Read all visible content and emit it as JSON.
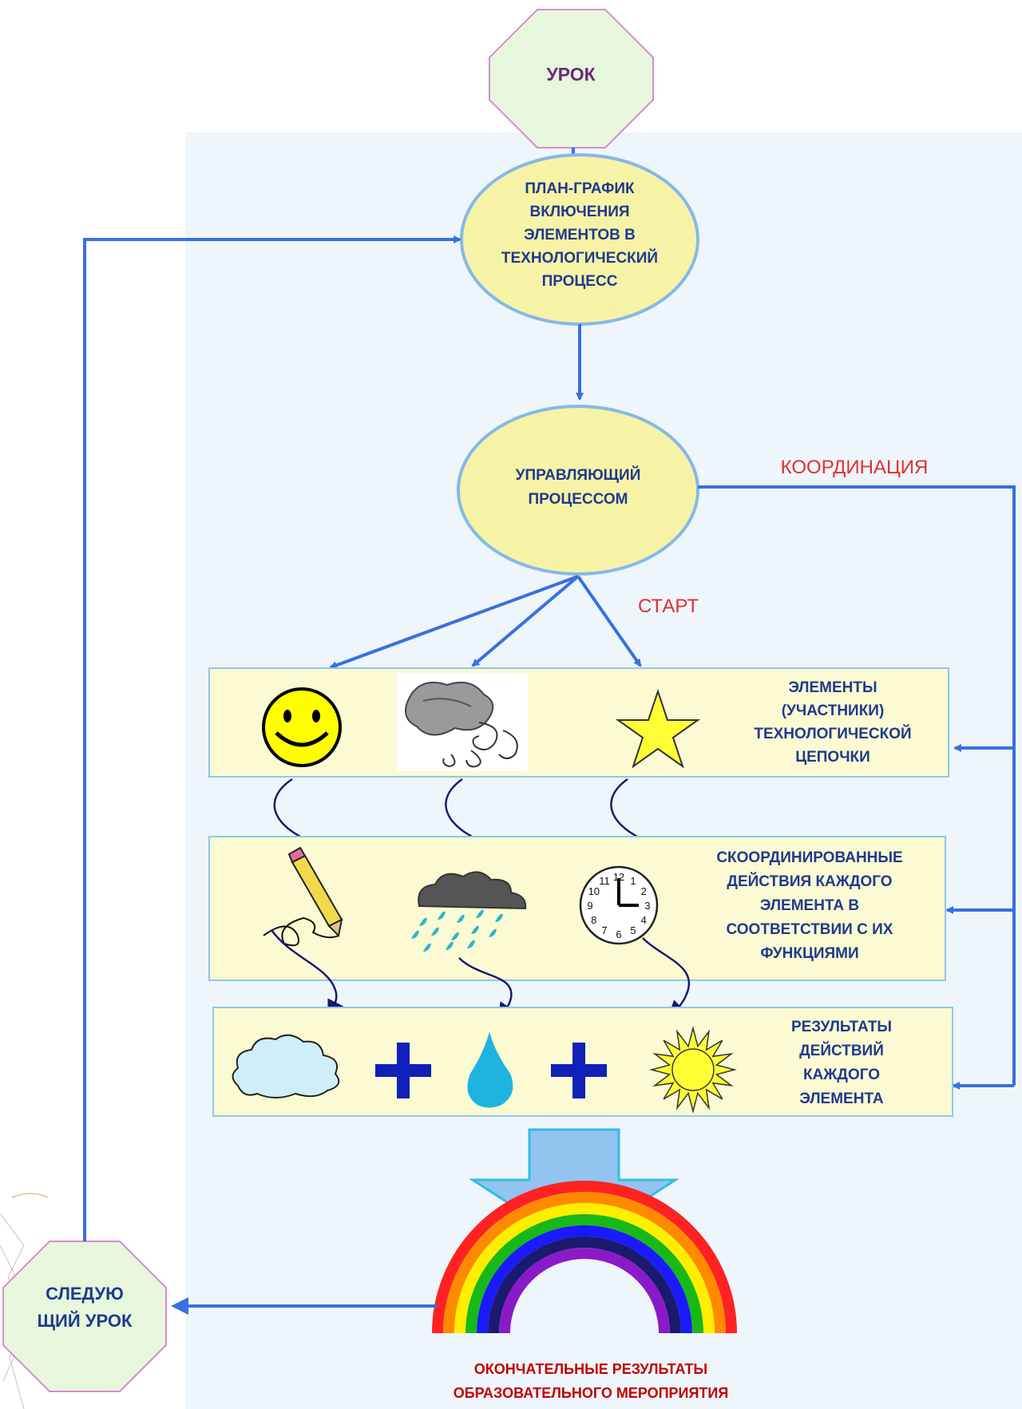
{
  "colors": {
    "flow_arrow": "#3a6fe0",
    "panel_bg": "#eef6fb",
    "node_fill": "#f7f3a6",
    "node_stroke": "#86b8ea",
    "octagon_fill": "#e6f7dc",
    "octagon_stroke": "#d98ad0",
    "box_fill": "#fcfad2",
    "box_stroke": "#8ec7ec",
    "squiggle": "#1a1a6e",
    "red_label": "#e03030",
    "final_label": "#c00000"
  },
  "nodes": {
    "lesson": "Урок",
    "schedule": "План-график\nвключения\nэлементов в\nтехнологический\nпроцесс",
    "manager": "Управляющий\nпроцессом",
    "next_lesson": "Следую\nщий урок"
  },
  "edge_labels": {
    "coordination": "КООРДИНАЦИЯ",
    "start": "СТАРТ"
  },
  "boxes": {
    "elements": {
      "text": "Элементы\n(участники)\nтехнологической\nцепочки",
      "icons": [
        "smiley-face-icon",
        "wind-cloud-icon",
        "star-icon"
      ]
    },
    "actions": {
      "text": "Скоординированные\nдействия каждого\nэлемента в\nсоответствии с их\nфункциями",
      "icons": [
        "pencil-writing-icon",
        "rain-cloud-icon",
        "clock-icon"
      ]
    },
    "results": {
      "text": "Результаты\nдействий\nкаждого\nэлемента",
      "icons": [
        "cloud-icon",
        "plus-icon",
        "water-drop-icon",
        "plus-icon",
        "sun-icon"
      ]
    }
  },
  "final": {
    "text": "Окончательные результаты\nобразовательного мероприятия",
    "icon": "rainbow-icon"
  },
  "clock_numbers": [
    "12",
    "1",
    "2",
    "3",
    "4",
    "5",
    "6",
    "7",
    "8",
    "9",
    "10",
    "11"
  ]
}
